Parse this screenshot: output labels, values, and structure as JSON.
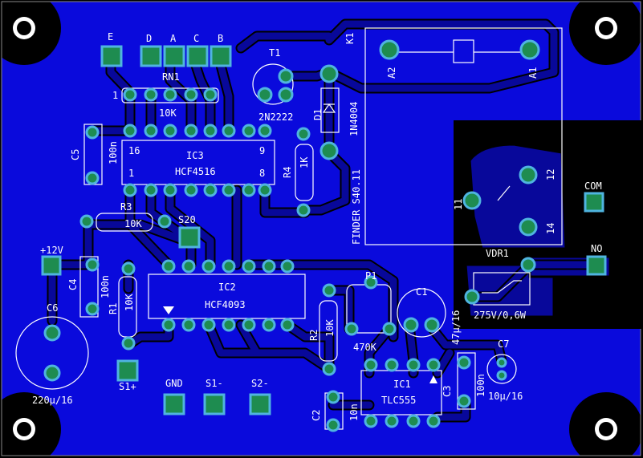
{
  "colors": {
    "background": "#000000",
    "board": "#0a0adc",
    "copper": "#08089a",
    "trace_outline": "#000000",
    "pad": "#1e8c50",
    "pad_ring": "#4fb4e0",
    "silk": "#ffffff",
    "hv_zone": "#000000"
  },
  "labels": {
    "E": "E",
    "D": "D",
    "A": "A",
    "C": "C",
    "B": "B",
    "RN1": "RN1",
    "RN1_val": "10K",
    "RN1_pin": "1",
    "T1": "T1",
    "T1_val": "2N2222",
    "K1": "K1",
    "A2": "A2",
    "A1": "A1",
    "D1": "D1",
    "D1_val": "1N4004",
    "C5": "C5",
    "C5_val": "100n",
    "IC3": "IC3",
    "IC3_val": "HCF4516",
    "IC3_p16": "16",
    "IC3_p9": "9",
    "IC3_p1": "1",
    "IC3_p8": "8",
    "R4": "R4",
    "R4_val": "1K",
    "R3": "R3",
    "R3_val": "10K",
    "S20": "S20",
    "finder": "FINDER S40.11",
    "p11": "11",
    "p12": "12",
    "p14": "14",
    "COM": "COM",
    "NO": "NO",
    "v12": "+12V",
    "C4": "C4",
    "C4_val": "100n",
    "R1": "R1",
    "R1_val": "10K",
    "IC2": "IC2",
    "IC2_val": "HCF4093",
    "VDR1": "VDR1",
    "VDR1_val": "275V/0,6W",
    "C6": "C6",
    "C6_val": "220μ/16",
    "P1": "P1",
    "P1_val": "470K",
    "C1": "C1",
    "C1_val": "47μ/16",
    "R2": "R2",
    "R2_val": "10K",
    "C7": "C7",
    "C7_val": "10μ/16",
    "S1p": "S1+",
    "GND": "GND",
    "S1m": "S1-",
    "S2m": "S2-",
    "IC1": "IC1",
    "IC1_val": "TLC555",
    "C3": "C3",
    "C3_val": "100n",
    "C2": "C2",
    "C2_val": "10n"
  }
}
